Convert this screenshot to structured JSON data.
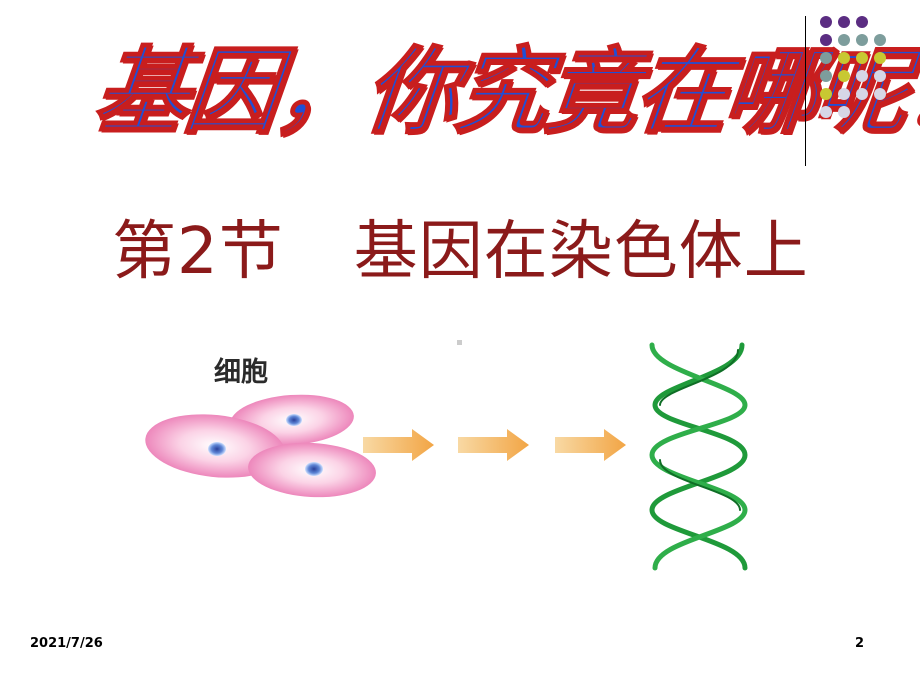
{
  "slide": {
    "title": "基因，你究竟在哪呢？",
    "subtitle_section": "第2节",
    "subtitle_topic": "基因在染色体上",
    "illustration": {
      "cell_label": "细胞",
      "cell_color": "#f08fc0",
      "nucleus_color": "#3b5fc4",
      "arrow_color": "#f5b85a",
      "dna_color": "#1f9a3a"
    },
    "decor_colors": {
      "purple": "#5b2d82",
      "teal": "#7d9d9c",
      "olive": "#c8c832",
      "lavender": "#d6d6e6"
    },
    "footer": {
      "date": "2021/7/26",
      "page_number": "2"
    }
  }
}
